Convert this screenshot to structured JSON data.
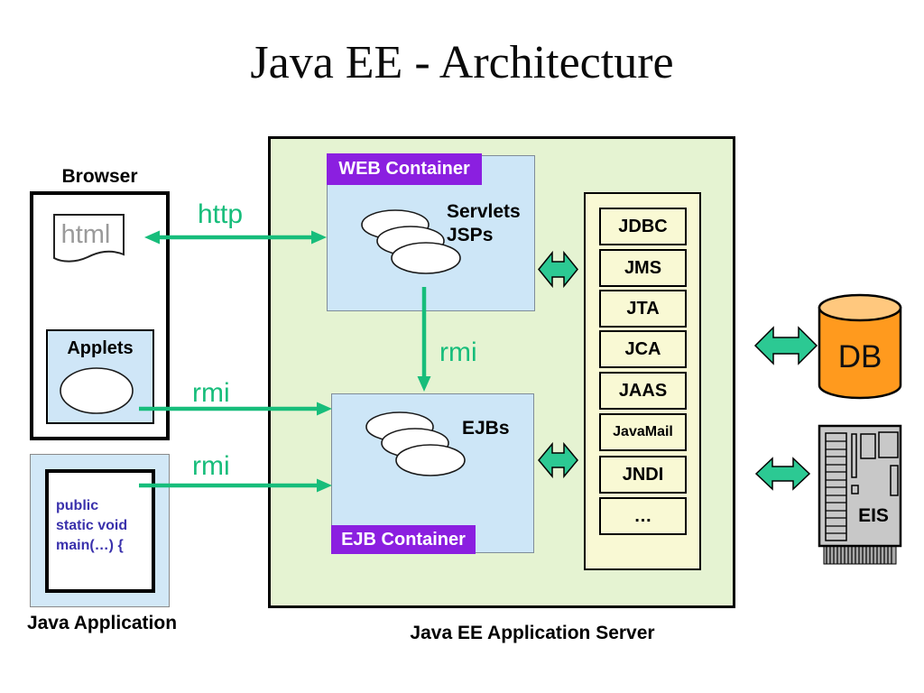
{
  "title": "Java EE - Architecture",
  "colors": {
    "arrow_green": "#17bd7b",
    "double_arrow_green": "#2cc993",
    "server_background": "#e5f3d2",
    "container_blue": "#cde6f7",
    "client_blue": "#d2e8f7",
    "services_yellow": "#f9f9d4",
    "label_purple": "#8b1fe0",
    "db_orange": "#ff9a1e",
    "db_top_orange": "#ffc87e",
    "eis_gray": "#c8c8c8",
    "code_blue": "#3a31ac",
    "html_gray": "#9a9a9a"
  },
  "browser": {
    "label": "Browser",
    "document_label": "html",
    "applets_label": "Applets"
  },
  "java_application": {
    "label": "Java Application",
    "code_lines": [
      "public",
      "static void",
      "main(…) {"
    ]
  },
  "server": {
    "caption": "Java EE Application Server",
    "web_container": {
      "title": "WEB Container",
      "content_lines": [
        "Servlets",
        "JSPs"
      ]
    },
    "ejb_container": {
      "title": "EJB Container",
      "content": "EJBs"
    },
    "services": [
      "JDBC",
      "JMS",
      "JTA",
      "JCA",
      "JAAS",
      "JavaMail",
      "JNDI",
      "…"
    ]
  },
  "connections": {
    "http_label": "http",
    "rmi_web_label": "rmi",
    "rmi_applets_label": "rmi",
    "rmi_app_label": "rmi"
  },
  "external": {
    "db_label": "DB",
    "eis_label": "EIS"
  }
}
